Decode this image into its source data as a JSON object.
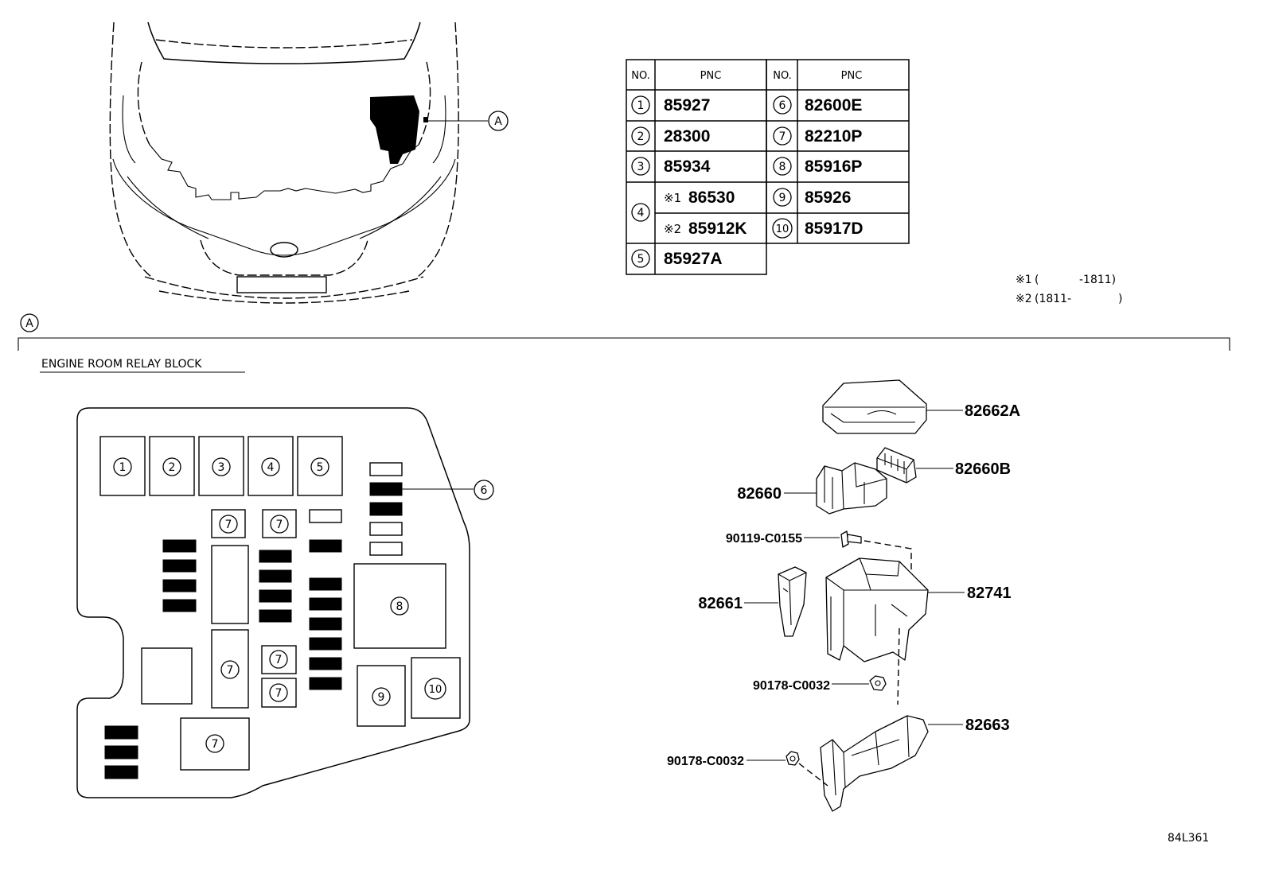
{
  "overview": {
    "location_callout": "A"
  },
  "pnc_table": {
    "headers": {
      "no": "NO.",
      "pnc": "PNC"
    },
    "left": [
      {
        "no": "1",
        "pnc": "85927"
      },
      {
        "no": "2",
        "pnc": "28300"
      },
      {
        "no": "3",
        "pnc": "85934"
      },
      {
        "no": "4",
        "variants": [
          {
            "mark": "※1",
            "pnc": "86530"
          },
          {
            "mark": "※2",
            "pnc": "85912K"
          }
        ]
      },
      {
        "no": "5",
        "pnc": "85927A"
      }
    ],
    "right": [
      {
        "no": "6",
        "pnc": "82600E"
      },
      {
        "no": "7",
        "pnc": "82210P"
      },
      {
        "no": "8",
        "pnc": "85916P"
      },
      {
        "no": "9",
        "pnc": "85926"
      },
      {
        "no": "10",
        "pnc": "85917D"
      }
    ]
  },
  "footnotes": [
    {
      "mark": "※1",
      "open": "(",
      "close": "-1811)"
    },
    {
      "mark": "※2",
      "open": "(1811-",
      "close": ")"
    }
  ],
  "section_a": {
    "callout": "A",
    "title": "ENGINE ROOM RELAY BLOCK"
  },
  "relay_block": {
    "top_row": [
      "1",
      "2",
      "3",
      "4",
      "5"
    ],
    "fuse_callout": "6",
    "relay_7": "7",
    "relay_8": "8",
    "relay_9": "9",
    "relay_10": "10"
  },
  "exploded_parts": [
    "82662A",
    "82660B",
    "82660",
    "90119-C0155",
    "82661",
    "82741",
    "90178-C0032",
    "82663",
    "90178-C0032"
  ],
  "diagram_code": "84L361"
}
